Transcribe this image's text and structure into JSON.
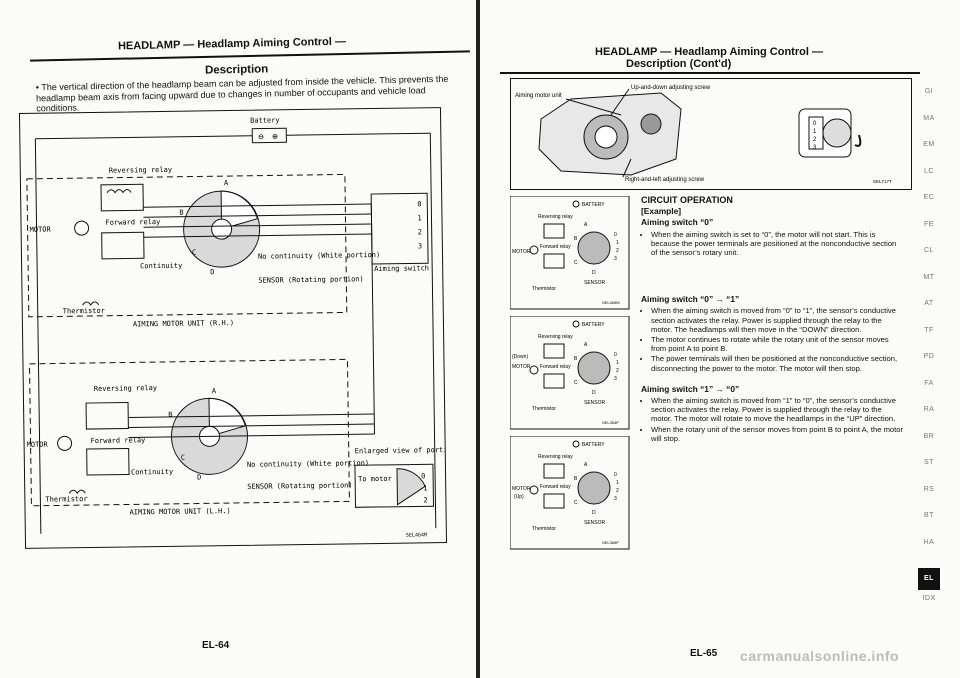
{
  "left_page": {
    "header": "HEADLAMP — Headlamp Aiming Control —",
    "section_title": "Description",
    "body": "The vertical direction of the headlamp beam can be adjusted from inside the vehicle. This prevents the headlamp beam axis from facing upward due to changes in number of occupants and vehicle load conditions.",
    "diagram": {
      "battery": "Battery",
      "upper": {
        "relay": "Reversing relay",
        "motor": "MOTOR",
        "forward": "Forward relay",
        "continuity": "Continuity",
        "no_continuity": "No continuity (White portion)",
        "sensor": "SENSOR (Rotating portion)",
        "thermistor": "Thermistor",
        "unit": "AIMING MOTOR UNIT (R.H.)",
        "switch": "Aiming switch",
        "A": "A",
        "B": "B",
        "C": "C",
        "D": "D",
        "pos0": "0",
        "pos1": "1",
        "pos2": "2",
        "pos3": "3"
      },
      "lower": {
        "relay": "Reversing relay",
        "motor": "MOTOR",
        "forward": "Forward relay",
        "continuity": "Continuity",
        "no_continuity": "No continuity (White portion)",
        "sensor": "SENSOR (Rotating portion)",
        "thermistor": "Thermistor",
        "unit": "AIMING MOTOR UNIT (L.H.)",
        "enlarged": "Enlarged view of portion A",
        "to_motor": "To motor",
        "A": "A",
        "B": "B",
        "C": "C",
        "D": "D",
        "pos0": "0",
        "pos1": "1",
        "pos2": "2"
      },
      "code": "SEL464M"
    },
    "page_number": "EL-64"
  },
  "right_page": {
    "header": "HEADLAMP — Headlamp Aiming Control —",
    "subheader": "Description (Cont'd)",
    "figure": {
      "aiming_motor_unit": "Aiming motor unit",
      "up_down_screw": "Up-and-down adjusting screw",
      "right_left_screw": "Right-and-left adjusting screw",
      "dial": [
        "0",
        "1",
        "2",
        "3"
      ],
      "code": "SEL717T"
    },
    "mini_diagrams": [
      {
        "battery": "BATTERY",
        "relay": "Reversing relay",
        "forward": "Forward relay",
        "motor": "MOTOR",
        "sensor": "SENSOR",
        "thermistor": "Thermistor",
        "code": "SEL465M",
        "down": "",
        "up": "",
        "A": "A",
        "B": "B",
        "C": "C",
        "D": "D",
        "p0": "0",
        "p1": "1",
        "p2": "2",
        "p3": "3"
      },
      {
        "battery": "BATTERY",
        "relay": "Reversing relay",
        "forward": "Forward relay",
        "motor": "MOTOR",
        "sensor": "SENSOR",
        "thermistor": "Thermistor",
        "code": "SEL364P",
        "down": "(Down)",
        "up": "",
        "A": "A",
        "B": "B",
        "C": "C",
        "D": "D",
        "p0": "0",
        "p1": "1",
        "p2": "2",
        "p3": "3"
      },
      {
        "battery": "BATTERY",
        "relay": "Reversing relay",
        "forward": "Forward relay",
        "motor": "MOTOR",
        "sensor": "SENSOR",
        "thermistor": "Thermistor",
        "code": "SEL365P",
        "down": "",
        "up": "(Up)",
        "A": "A",
        "B": "B",
        "C": "C",
        "D": "D",
        "p0": "0",
        "p1": "1",
        "p2": "2",
        "p3": "3"
      }
    ],
    "circuit_operation": "CIRCUIT OPERATION",
    "example": "[Example]",
    "sections": [
      {
        "title": "Aiming switch “0”",
        "bullets": [
          "When the aiming switch is set to “0”, the motor will not start. This is because the power terminals are positioned at the nonconductive section of the sensor’s rotary unit."
        ]
      },
      {
        "title": "Aiming switch “0” → “1”",
        "bullets": [
          "When the aiming switch is moved from “0” to “1”, the sensor’s conductive section activates the relay. Power is supplied through the relay to the motor. The headlamps will then move in the “DOWN” direction.",
          "The motor continues to rotate while the rotary unit of the sensor moves from point A to point B.",
          "The power terminals will then be positioned at the nonconductive section, disconnecting the power to the motor. The motor will then stop."
        ]
      },
      {
        "title": "Aiming switch “1” → “0”",
        "bullets": [
          "When the aiming switch is moved from “1” to “0”, the sensor’s conductive section activates the relay. Power is supplied through the relay to the motor. The motor will rotate to move the headlamps in the “UP” direction.",
          "When the rotary unit of the sensor moves from point B to point A, the motor will stop."
        ]
      }
    ],
    "tabs": [
      "GI",
      "MA",
      "EM",
      "LC",
      "EC",
      "FE",
      "CL",
      "MT",
      "AT",
      "TF",
      "PD",
      "FA",
      "RA",
      "BR",
      "ST",
      "RS",
      "BT",
      "HA",
      "EL",
      "IDX"
    ],
    "active_tab": "EL",
    "page_number": "EL-65",
    "watermark": "carmanualsonline.info"
  }
}
